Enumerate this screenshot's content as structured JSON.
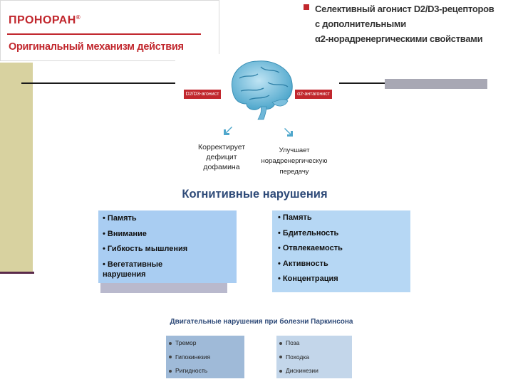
{
  "header": {
    "logo": "ПРОНОРАН",
    "logo_mark": "®",
    "title": "Оригинальный механизм действия",
    "description_line1": "Селективный агонист D2/D3-рецепторов",
    "description_line2": "с дополнительными",
    "description_line3": "α2-норадренергическими свойствами"
  },
  "mechanism": {
    "tag_left": "D2/D3-агонист",
    "tag_right": "α2-антагонист",
    "left_caption": [
      "Корректирует",
      "дефицит",
      "дофамина"
    ],
    "right_caption": [
      "Улучшает",
      "норадренергическую",
      "передачу"
    ]
  },
  "cognitive": {
    "title": "Когнитивные нарушения",
    "left_items": [
      "• Память",
      "• Внимание",
      "• Гибкость мышления",
      "• Вегетативные",
      "нарушения"
    ],
    "right_items": [
      "• Память",
      "• Бдительность",
      "• Отвлекаемость",
      "• Активность",
      "• Концентрация"
    ]
  },
  "motor": {
    "title": "Двигательные нарушения при болезни Паркинсона",
    "left_items": [
      "Тремор",
      "Гипокинезия",
      "Ригидность"
    ],
    "right_items": [
      "Поза",
      "Походка",
      "Дискинезии"
    ]
  },
  "colors": {
    "brand_red": "#c1272d",
    "heading_blue": "#2e4a78",
    "box_blue": "#a9cdf2"
  }
}
